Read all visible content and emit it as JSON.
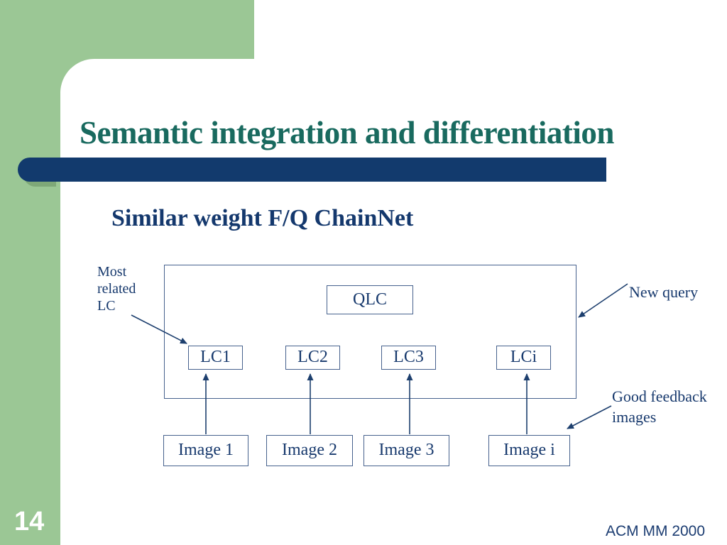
{
  "slide": {
    "title": "Semantic integration and differentiation",
    "subtitle": "Similar weight F/Q ChainNet",
    "page_number": "14",
    "footer": "ACM MM 2000"
  },
  "diagram": {
    "qlc_label": "QLC",
    "lc_boxes": [
      "LC1",
      "LC2",
      "LC3",
      "LCi"
    ],
    "image_boxes": [
      "Image 1",
      "Image 2",
      "Image 3",
      "Image i"
    ],
    "annotations": {
      "most_related": "Most related LC",
      "new_query": "New query",
      "good_feedback": "Good feedback images"
    }
  },
  "colors": {
    "frame_green": "#9bc795",
    "bar_shadow_green": "#7ea878",
    "accent_navy": "#123a6d",
    "title_teal": "#196a5f",
    "text_navy": "#17396d",
    "box_border": "#46618d"
  }
}
